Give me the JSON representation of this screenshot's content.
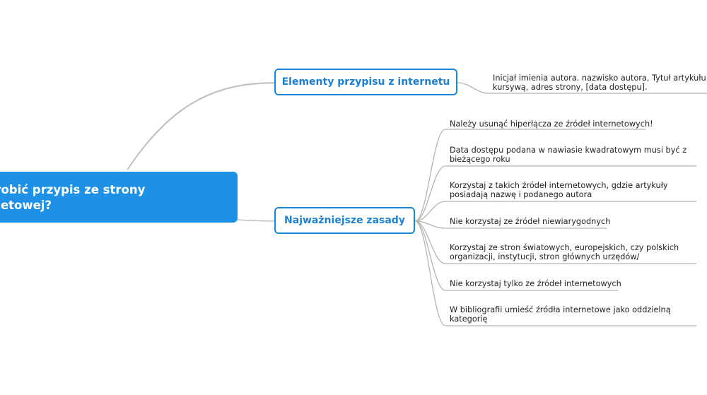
{
  "central": {
    "line1": "k zrobić przypis ze strony",
    "line2": "ternetowej?"
  },
  "branches": [
    {
      "label": "Elementy przypisu z internetu",
      "leaves": [
        {
          "lines": [
            "Inicjał imienia autora. nazwisko autora, Tytuł artykułu",
            "kursywą, adres strony, [data dostępu]."
          ]
        }
      ]
    },
    {
      "label": "Najważniejsze zasady",
      "leaves": [
        {
          "lines": [
            "Należy usunąć hiperłącza ze źródeł internetowych!"
          ]
        },
        {
          "lines": [
            "Data dostępu podana w nawiasie kwadratowym musi być z",
            "bieżącego roku"
          ]
        },
        {
          "lines": [
            "Korzystaj z takich źródeł internetowych, gdzie artykuły",
            "posiadają nazwę i podanego autora"
          ]
        },
        {
          "lines": [
            "Nie korzystaj ze źródeł niewiarygodnych"
          ]
        },
        {
          "lines": [
            "Korzystaj ze stron światowych, europejskich, czy polskich",
            "organizacji, instytucji, stron głównych urzędów/"
          ]
        },
        {
          "lines": [
            "Nie korzystaj tylko ze źródeł internetowych"
          ]
        },
        {
          "lines": [
            "W bibliografii umieść źródła internetowe jako oddzielną",
            "kategorię"
          ]
        }
      ]
    }
  ],
  "colors": {
    "central_fill": "#1e90e6",
    "branch_border": "#1e88d8",
    "branch_text": "#1e80d0",
    "connector": "#b4b4b4"
  }
}
